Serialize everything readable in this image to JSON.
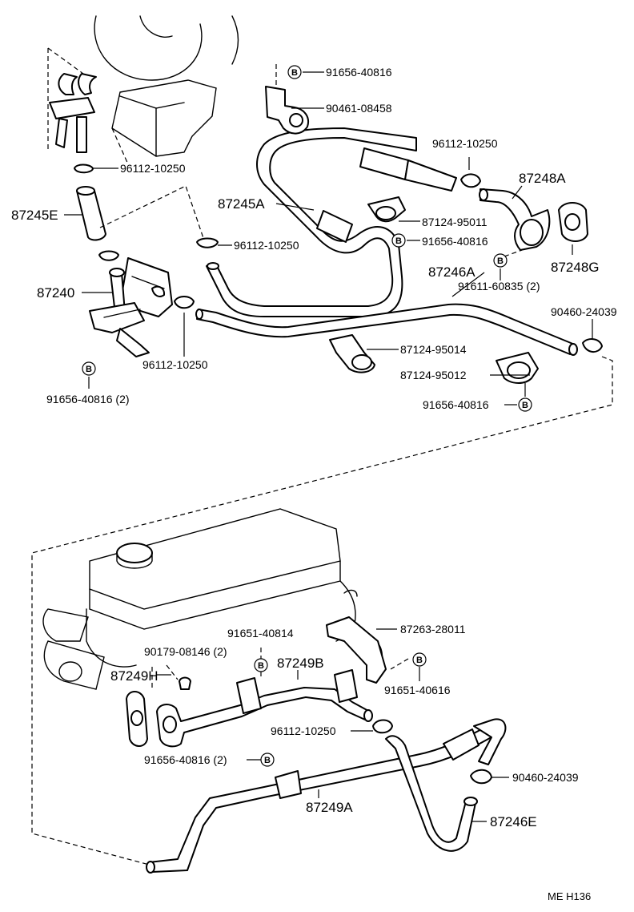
{
  "callouts": {
    "b_marker": "B",
    "p91656_40816_top": "91656-40816",
    "p90461_08458": "90461-08458",
    "p96112_10250_a": "96112-10250",
    "p96112_10250_b": "96112-10250",
    "p96112_10250_c": "96112-10250",
    "p96112_10250_d": "96112-10250",
    "p96112_10250_e": "96112-10250",
    "p87248A": "87248A",
    "p87245A": "87245A",
    "p87245E": "87245E",
    "p87124_95011": "87124-95011",
    "p91656_40816_mid": "91656-40816",
    "p87248G": "87248G",
    "p87246A": "87246A",
    "p91611_60835": "91611-60835 (2)",
    "p87240": "87240",
    "p90460_24039_a": "90460-24039",
    "p87124_95014": "87124-95014",
    "p87124_95012": "87124-95012",
    "p91656_40816_2_left": "91656-40816 (2)",
    "p91656_40816_right": "91656-40816",
    "p91651_40814": "91651-40814",
    "p87263_28011": "87263-28011",
    "p90179_08146": "90179-08146 (2)",
    "p87249B": "87249B",
    "p87249H": "87249H",
    "p91651_40616": "91651-40616",
    "p91656_40816_2_low": "91656-40816 (2)",
    "p90460_24039_b": "90460-24039",
    "p87249A": "87249A",
    "p87246E": "87246E"
  },
  "footer": {
    "code": "ME  H136"
  }
}
